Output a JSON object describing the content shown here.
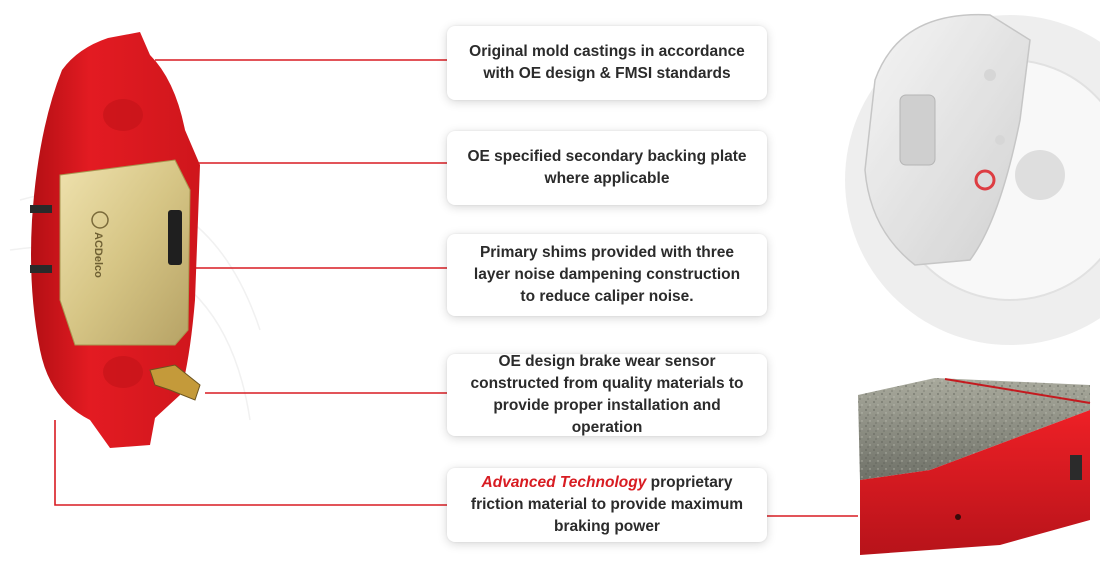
{
  "features": [
    {
      "lines": [
        "Original mold castings in accordance",
        "with OE design & FMSI standards"
      ]
    },
    {
      "lines": [
        "OE specified secondary backing plate",
        "where applicable"
      ]
    },
    {
      "lines": [
        "Primary shims provided with three",
        "layer noise dampening construction",
        "to reduce caliper noise."
      ]
    },
    {
      "lines": [
        "OE design brake wear sensor",
        "constructed from quality materials to",
        "provide proper installation and operation"
      ]
    },
    {
      "highlight": "Advanced Technology",
      "line1_rest": " proprietary",
      "lines": [
        "friction material to provide maximum",
        "braking power"
      ]
    }
  ],
  "plate_logo_text": "ACDelco",
  "colors": {
    "accent": "#d81c22",
    "pad_red": "#e0191f",
    "shim_gold": "#dcc98a",
    "text": "#2b2b2b"
  }
}
